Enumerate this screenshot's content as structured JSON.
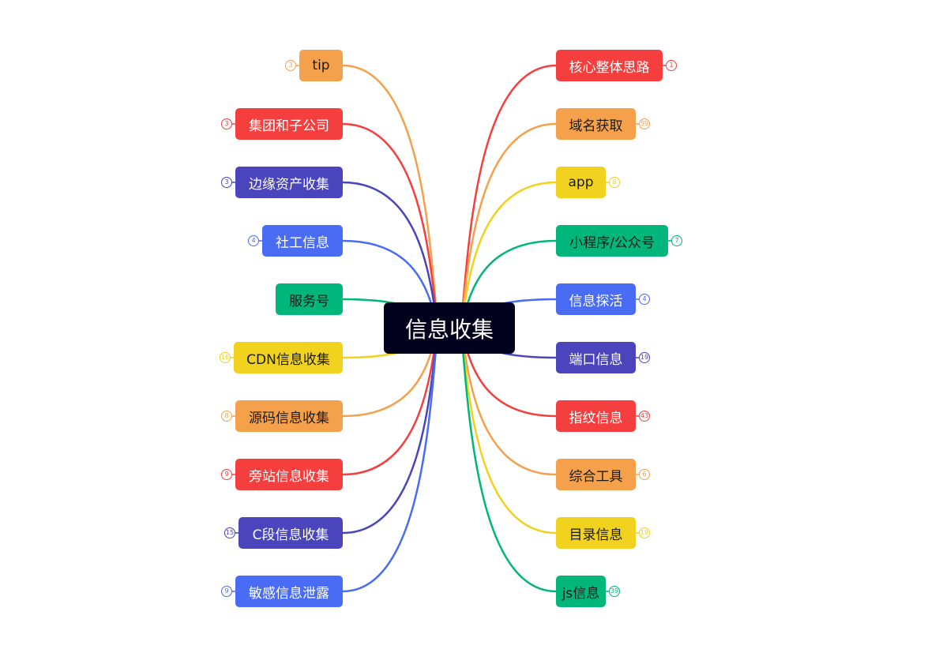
{
  "root": {
    "label": "信息收集",
    "color": "#02021e"
  },
  "left": [
    {
      "label": "tip",
      "color": "#f5a04a",
      "count": "3"
    },
    {
      "label": "集团和子公司",
      "color": "#f53f3f",
      "count": "3"
    },
    {
      "label": "边缘资产收集",
      "color": "#4a45bd",
      "count": "3"
    },
    {
      "label": "社工信息",
      "color": "#4a6cf5",
      "count": "4"
    },
    {
      "label": "服务号",
      "color": "#00b67a",
      "count": ""
    },
    {
      "label": "CDN信息收集",
      "color": "#f1d21e",
      "count": "16"
    },
    {
      "label": "源码信息收集",
      "color": "#f5a04a",
      "count": "8"
    },
    {
      "label": "旁站信息收集",
      "color": "#f53f3f",
      "count": "9"
    },
    {
      "label": "C段信息收集",
      "color": "#4a45bd",
      "count": "15"
    },
    {
      "label": "敏感信息泄露",
      "color": "#4a6cf5",
      "count": "9"
    }
  ],
  "right": [
    {
      "label": "核心整体思路",
      "color": "#f53f3f",
      "count": "1"
    },
    {
      "label": "域名获取",
      "color": "#f5a04a",
      "count": "59"
    },
    {
      "label": "app",
      "color": "#f1d21e",
      "count": "8"
    },
    {
      "label": "小程序/公众号",
      "color": "#00b67a",
      "count": "7"
    },
    {
      "label": "信息探活",
      "color": "#4a6cf5",
      "count": "4"
    },
    {
      "label": "端口信息",
      "color": "#4a45bd",
      "count": "19"
    },
    {
      "label": "指纹信息",
      "color": "#f53f3f",
      "count": "43"
    },
    {
      "label": "综合工具",
      "color": "#f5a04a",
      "count": "6"
    },
    {
      "label": "目录信息",
      "color": "#f1d21e",
      "count": "19"
    },
    {
      "label": "js信息",
      "color": "#00b67a",
      "count": "39"
    }
  ]
}
